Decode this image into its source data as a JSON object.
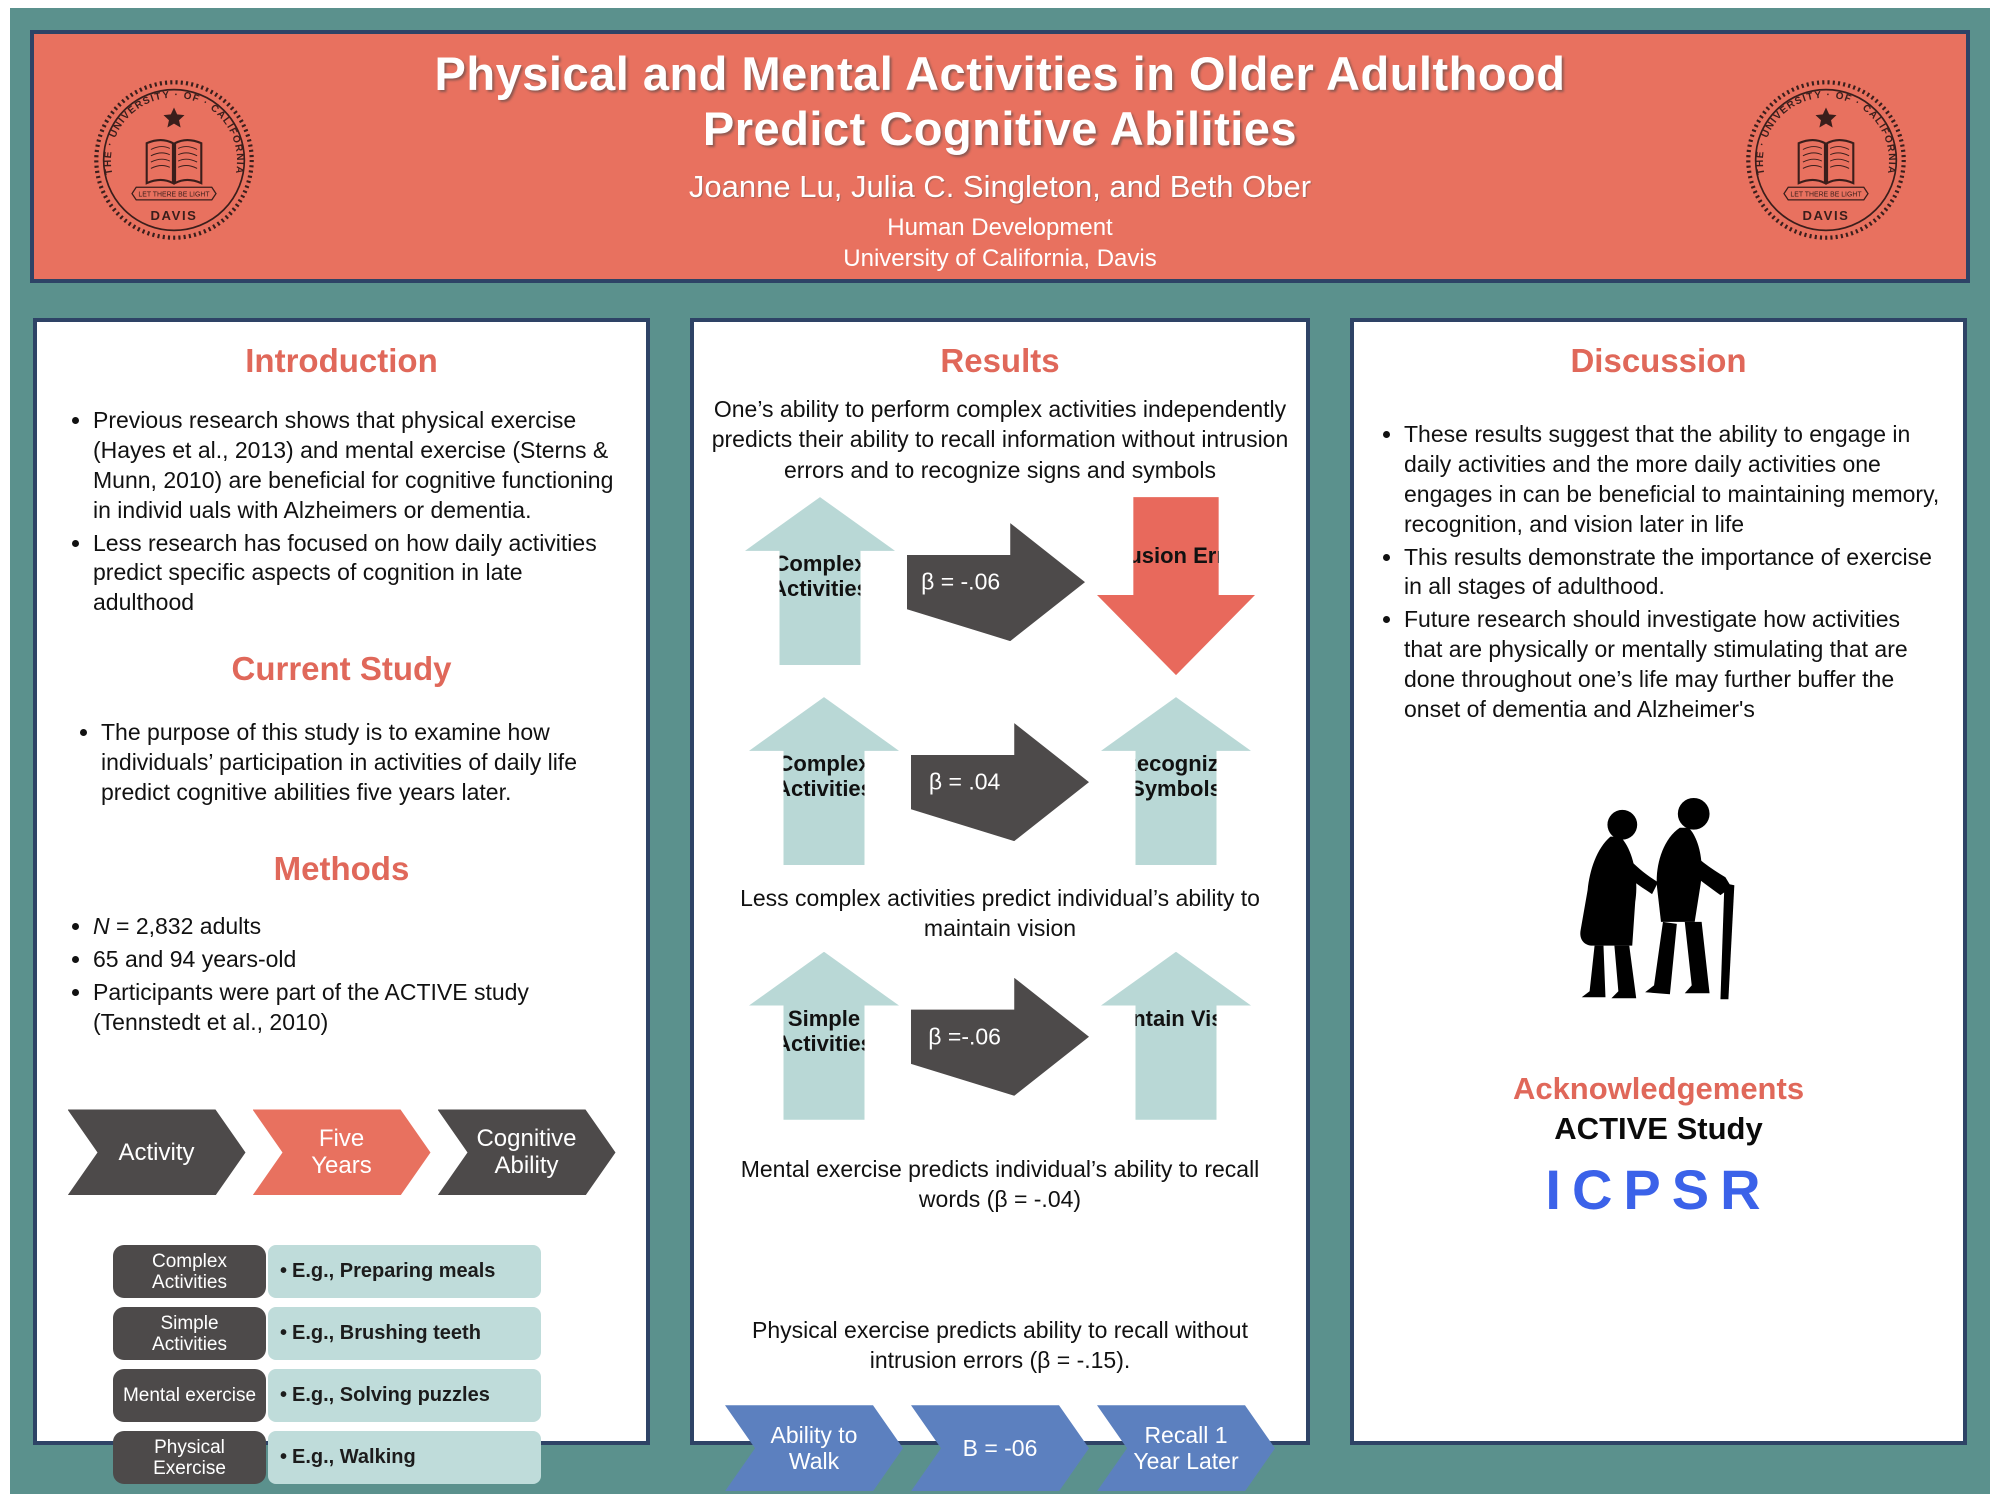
{
  "header": {
    "title_line1": "Physical and Mental Activities in Older Adulthood",
    "title_line2": "Predict Cognitive Abilities",
    "authors": "Joanne Lu, Julia C. Singleton, and Beth Ober",
    "department": "Human Development",
    "university": "University of California, Davis"
  },
  "seal": {
    "ring_text": "THE · UNIVERSITY · OF · CALIFORNIA",
    "motto": "LET THERE BE LIGHT",
    "campus": "DAVIS"
  },
  "intro": {
    "heading": "Introduction",
    "bullets": [
      "Previous research shows that physical exercise (Hayes et al., 2013) and mental exercise (Sterns & Munn, 2010) are beneficial for cognitive functioning in individ uals with Alzheimers or dementia.",
      "Less research has focused on how daily activities predict specific aspects of cognition in late adulthood"
    ],
    "current_study_heading": "Current Study",
    "current_study_bullet": "The purpose of this study is to examine how individuals’ participation in activities of daily life predict cognitive abilities five years later.",
    "methods_heading": "Methods",
    "methods_n": "N",
    "methods_n_rest": " = 2,832 adults",
    "methods_bullets": [
      "65 and 94 years-old",
      "Participants were part of the ACTIVE study (Tennstedt et al., 2010)"
    ],
    "flow": [
      "Activity",
      "Five Years",
      "Cognitive Ability"
    ],
    "activities": [
      {
        "label": "Complex Activities",
        "example": "E.g., Preparing meals"
      },
      {
        "label": "Simple Activities",
        "example": "E.g., Brushing teeth"
      },
      {
        "label": "Mental exercise",
        "example": "E.g., Solving puzzles"
      },
      {
        "label": "Physical Exercise",
        "example": "E.g., Walking"
      }
    ]
  },
  "results": {
    "heading": "Results",
    "complex_text": "One’s ability to perform complex activities independently predicts their ability to recall information without intrusion errors and to recognize signs and symbols",
    "diagrams": [
      {
        "from": "Complex Activities",
        "beta": "β = -.06",
        "to": "Intrusion Errors"
      },
      {
        "from": "Complex Activities",
        "beta": "β = .04",
        "to": "Recognize Symbols"
      },
      {
        "from": "Simple Activities",
        "beta": "β =-.06",
        "to": "Maintain Vision"
      }
    ],
    "vision_text": "Less complex activities predict individual’s ability to maintain vision",
    "mental_text": "Mental exercise predicts individual’s ability to recall words (β = -.04)",
    "physical_text": "Physical exercise predicts ability to recall without intrusion errors (β = -.15).",
    "flow": [
      "Ability to Walk",
      "B = -06",
      "Recall 1 Year Later"
    ]
  },
  "discussion": {
    "heading": "Discussion",
    "bullets": [
      "These results suggest that the ability to engage in daily activities and the more daily activities one engages in can be beneficial to maintaining memory, recognition, and vision later in life",
      "This results demonstrate the importance of exercise in all stages of adulthood.",
      "Future research should investigate how activities that are physically or mentally stimulating that are done throughout one’s life may further buffer the onset of dementia and Alzheimer's"
    ],
    "ack_heading": "Acknowledgements",
    "ack_body": "ACTIVE Study",
    "logo": "ICPSR"
  },
  "colors": {
    "salmon": "#E8715F",
    "teal_background": "#5B918D",
    "navy_border": "#2E4366",
    "dark_gray_arrow": "#4D4A4A",
    "light_teal_arrow": "#B9D8D6",
    "red_arrow": "#E8695C",
    "blue_chevron": "#5C80BF",
    "icpsr_blue": "#3B62E9"
  }
}
